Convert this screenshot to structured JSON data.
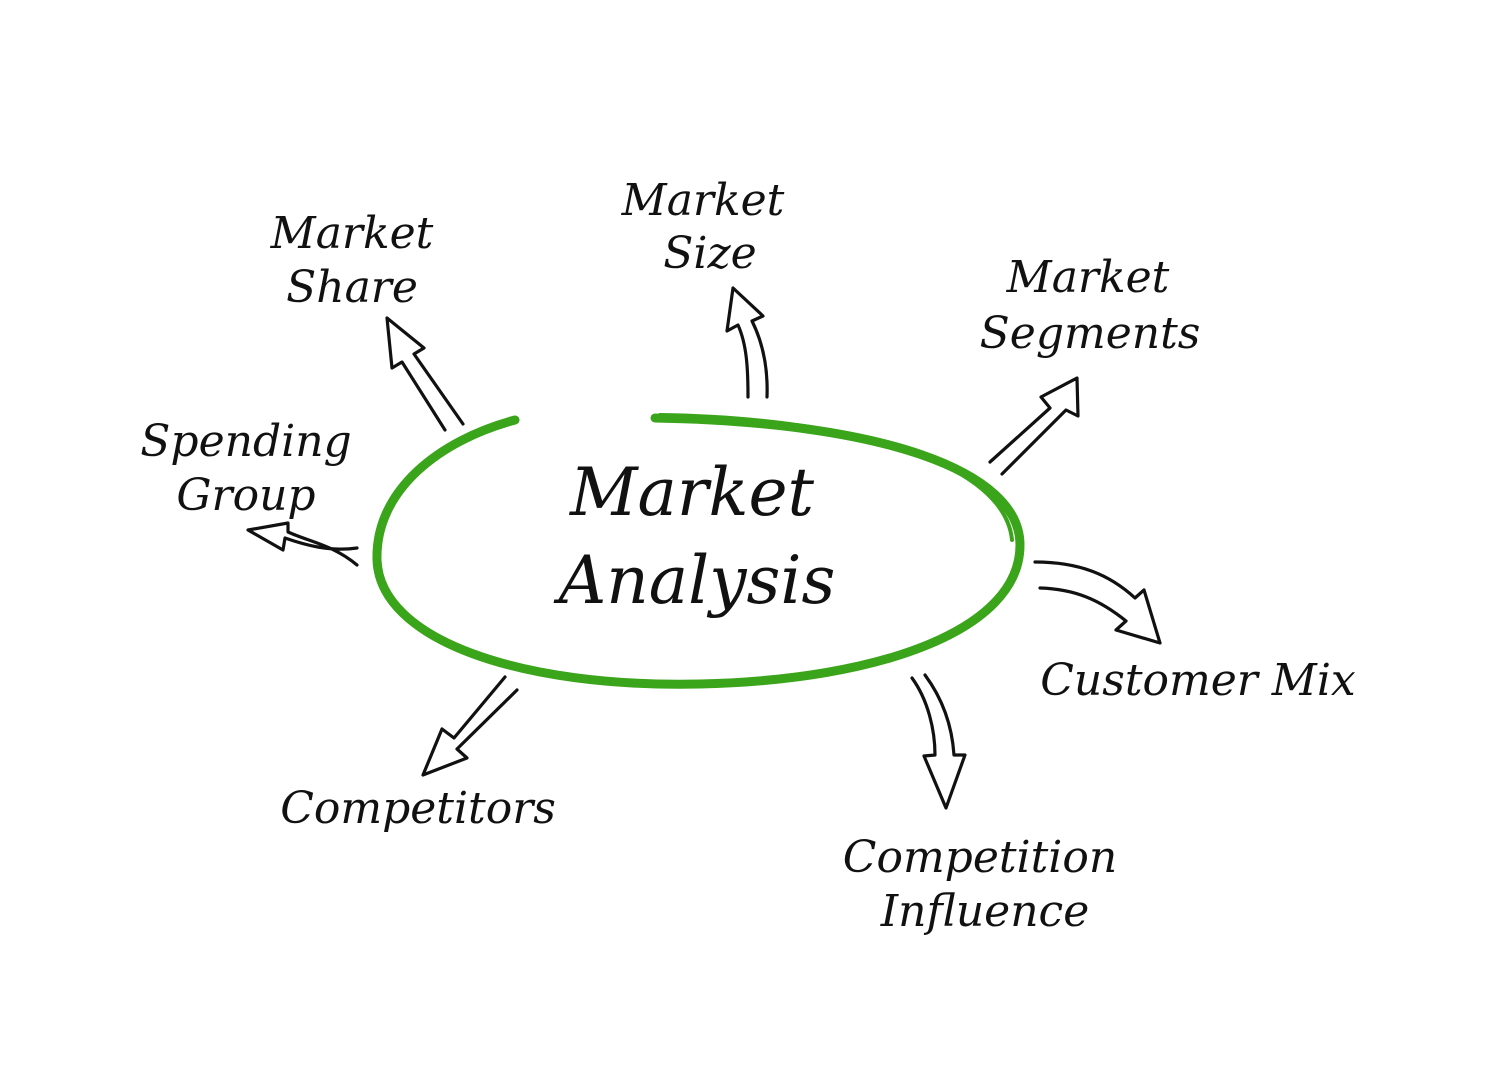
{
  "center": {
    "line1": "Market",
    "line2": "Analysis",
    "ellipse_color": "#3aa41a"
  },
  "nodes": {
    "market_share": {
      "line1": "Market",
      "line2": "Share"
    },
    "market_size": {
      "line1": "Market",
      "line2": "Size"
    },
    "market_segments": {
      "line1": "Market",
      "line2": "Segments"
    },
    "spending_group": {
      "line1": "Spending",
      "line2": "Group"
    },
    "customer_mix": {
      "line1": "Customer Mix"
    },
    "competitors": {
      "line1": "Competitors"
    },
    "competition_influence": {
      "line1": "Competition",
      "line2": "Influence"
    }
  },
  "colors": {
    "ink": "#111111",
    "background": "#ffffff"
  }
}
